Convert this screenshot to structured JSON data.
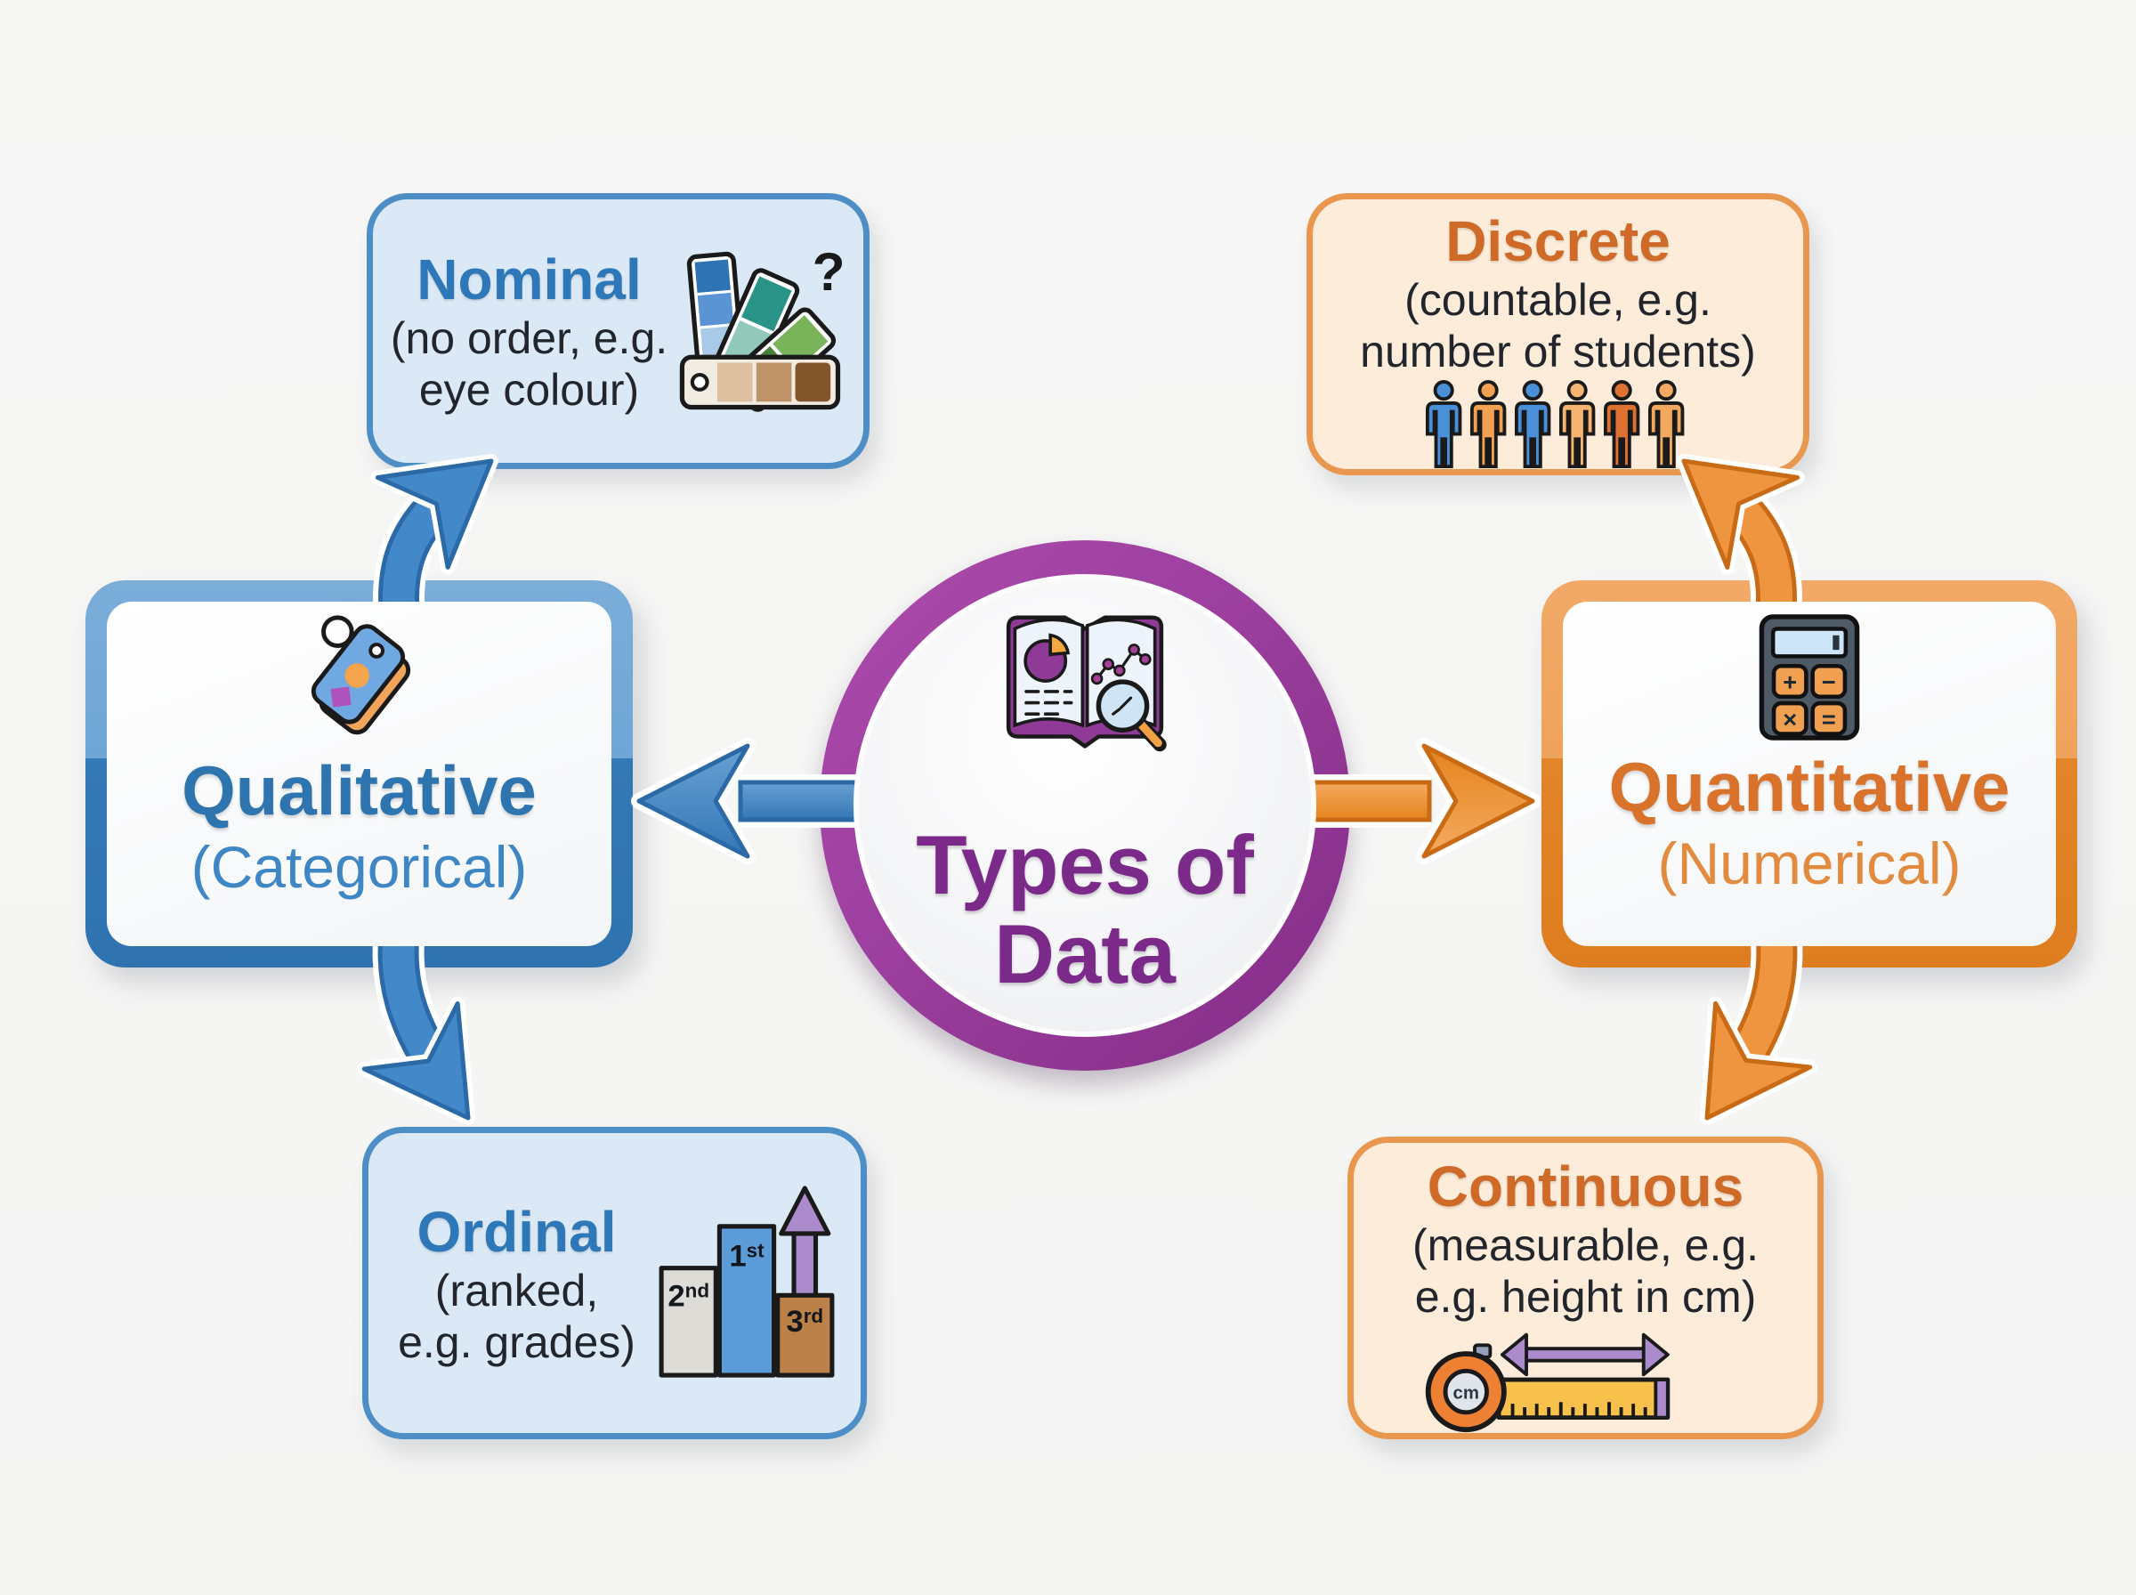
{
  "diagram": {
    "center": {
      "title_line1": "Types of",
      "title_line2": "Data"
    },
    "qualitative": {
      "title": "Qualitative",
      "subtitle": "(Categorical)"
    },
    "quantitative": {
      "title": "Quantitative",
      "subtitle": "(Numerical)"
    },
    "nominal": {
      "title": "Nominal",
      "desc1": "(no order, e.g.",
      "desc2": "eye colour)",
      "question_mark": "?"
    },
    "ordinal": {
      "title": "Ordinal",
      "desc1": "(ranked,",
      "desc2": "e.g. grades)",
      "podium": {
        "first_num": "1",
        "first_suffix": "st",
        "second_num": "2",
        "second_suffix": "nd",
        "third_num": "3",
        "third_suffix": "rd"
      }
    },
    "discrete": {
      "title": "Discrete",
      "desc1": "(countable, e.g.",
      "desc2": "number of students)"
    },
    "continuous": {
      "title": "Continuous",
      "desc1": "(measurable, e.g.",
      "desc2": "e.g. height in cm)",
      "tape_unit": "cm"
    },
    "calculator_keys": {
      "plus": "+",
      "minus": "−",
      "times": "×",
      "equals": "="
    }
  },
  "colors": {
    "blue_title": "#2e77b8",
    "blue_border": "#4e8ec6",
    "blue_fill": "#dbe9f7",
    "blue_big_border_top": "#7badd9",
    "blue_big_border_bottom": "#3478b5",
    "orange_title": "#cf6a28",
    "orange_border": "#e9974f",
    "orange_fill": "#fcecd9",
    "orange_big_border_top": "#f2a967",
    "orange_big_border_bottom": "#e28428",
    "purple_ring": "#9c3f9e",
    "purple_title": "#7b2a8a",
    "arrow_blue": "#4389ca",
    "arrow_orange": "#ef9540"
  }
}
